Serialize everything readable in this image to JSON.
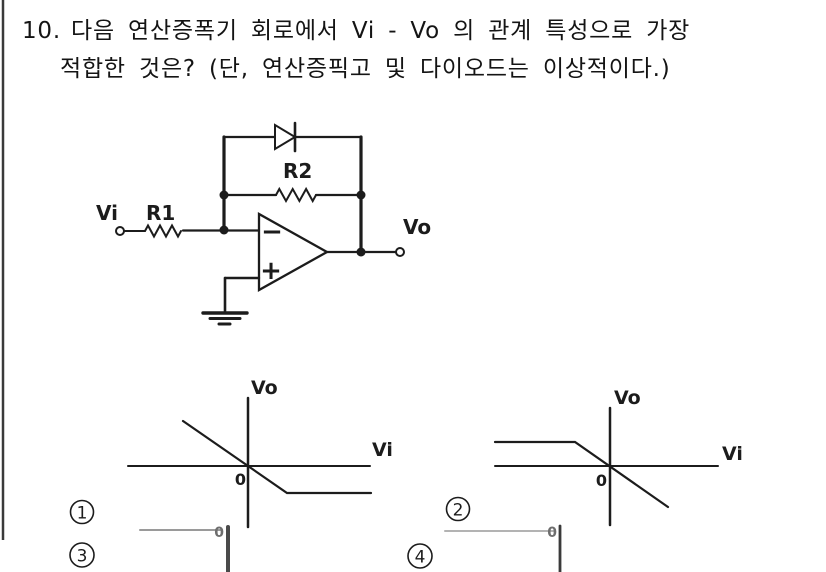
{
  "question": {
    "number": "10.",
    "line1": "다음 연산증폭기 회로에서 Vi - Vo 의 관계 특성으로 가장",
    "line2": "적합한 것은? (단, 연산증픽고 및 다이오드는 이상적이다.)"
  },
  "circuit": {
    "input_label": "Vi",
    "r1_label": "R1",
    "r2_label": "R2",
    "output_label": "Vo",
    "opamp_minus": "−",
    "opamp_plus": "+"
  },
  "choices": [
    {
      "number": "1"
    },
    {
      "number": "2"
    },
    {
      "number": "3"
    },
    {
      "number": "4"
    }
  ],
  "graph1": {
    "y_axis_label": "Vo",
    "x_axis_label": "Vi",
    "origin_label": "0"
  },
  "graph2": {
    "y_axis_label": "Vo",
    "x_axis_label": "Vi",
    "origin_label": "0"
  },
  "graph3": {
    "origin_label": "0"
  },
  "graph4": {
    "origin_label": "0"
  },
  "colors": {
    "ink": "#1c1c1c",
    "faint_line": "#a8a8a8",
    "background": "#ffffff"
  }
}
